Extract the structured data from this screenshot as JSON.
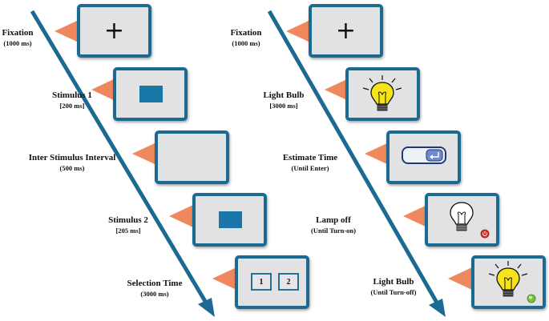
{
  "left_sequence": [
    {
      "title": "Fixation",
      "duration": "(1000 ms)",
      "content": "plus"
    },
    {
      "title": "Stimulus 1",
      "duration": "[200 ms]",
      "content": "blue-rectangle"
    },
    {
      "title": "Inter Stimulus Interval",
      "duration": "(500 ms)",
      "content": "blank"
    },
    {
      "title": "Stimulus 2",
      "duration": "[205 ms]",
      "content": "blue-rectangle"
    },
    {
      "title": "Selection Time",
      "duration": "(3000 ms)",
      "content": "options",
      "options": [
        "1",
        "2"
      ]
    }
  ],
  "right_sequence": [
    {
      "title": "Fixation",
      "duration": "(1000 ms)",
      "content": "plus"
    },
    {
      "title": "Light Bulb",
      "duration": "[3000 ms]",
      "content": "lit-bulb-icon"
    },
    {
      "title": "Estimate Time",
      "duration": "(Until Enter)",
      "content": "enter-key-icon"
    },
    {
      "title": "Lamp off",
      "duration": "(Until Turn-on)",
      "content": "unlit-bulb-icon"
    },
    {
      "title": "Light Bulb",
      "duration": "(Until Turn-off)",
      "content": "lit-bulb-icon"
    }
  ],
  "fixation_symbol": "+",
  "colors": {
    "arrow": "#1c6a92",
    "screen_border": "#1c6a92",
    "screen_fill": "#e2e2e2",
    "pointer": "#f0885f",
    "stimulus": "#1977a8",
    "bulb_on": "#f7e31a",
    "power_button": "#d9302c",
    "confirm_button": "#7cc142"
  }
}
